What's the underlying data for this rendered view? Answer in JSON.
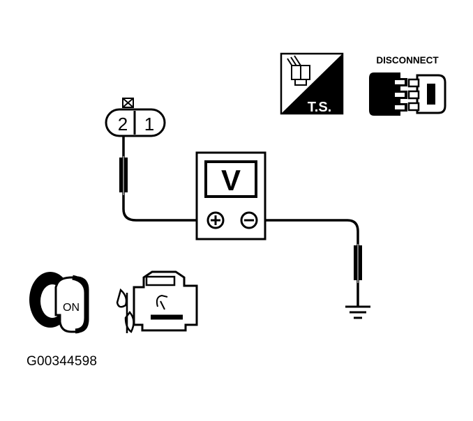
{
  "connector": {
    "pin_left": "2",
    "pin_right": "1"
  },
  "meter": {
    "symbol": "V",
    "positive": "+",
    "negative": "−"
  },
  "badges": {
    "test_symbol_label": "T.S.",
    "disconnect_label": "DISCONNECT"
  },
  "ignition": {
    "label": "ON"
  },
  "figure_id": "G00344598",
  "colors": {
    "ink": "#000000",
    "paper": "#ffffff"
  }
}
